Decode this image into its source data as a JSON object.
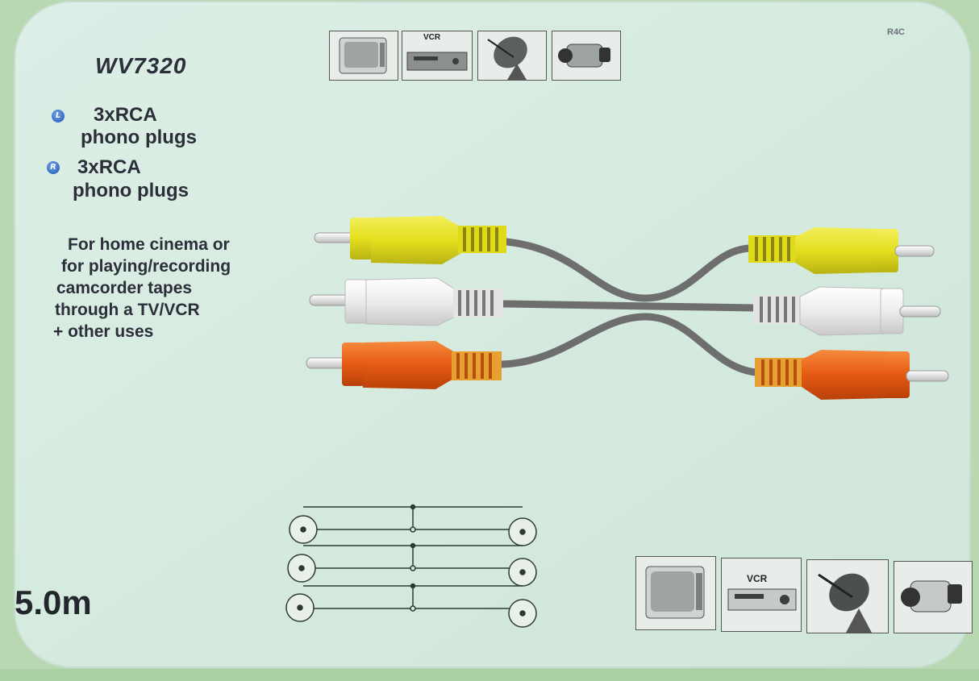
{
  "product": {
    "model": "WV7320",
    "ref_code": "R4C",
    "ends": [
      {
        "badge": "L",
        "line1": "3xRCA",
        "line2": "phono plugs"
      },
      {
        "badge": "R",
        "line1": "3xRCA",
        "line2": "phono plugs"
      }
    ],
    "description_lines": [
      "For home cinema or",
      "for playing/recording",
      "camcorder tapes",
      "through a TV/VCR",
      "+ other uses"
    ],
    "length": "5.0m"
  },
  "device_icons": {
    "items": [
      "tv-icon",
      "vcr-icon",
      "satellite-dish-icon",
      "camcorder-icon"
    ],
    "vcr_label": "VCR"
  },
  "plug_colors": {
    "yellow": "#e6e22a",
    "white": "#eeeeee",
    "red": "#e85a14",
    "cable": "#6b6b6b",
    "card_background": "#dcefe4"
  },
  "wiring_diagram": {
    "channels": 3
  }
}
